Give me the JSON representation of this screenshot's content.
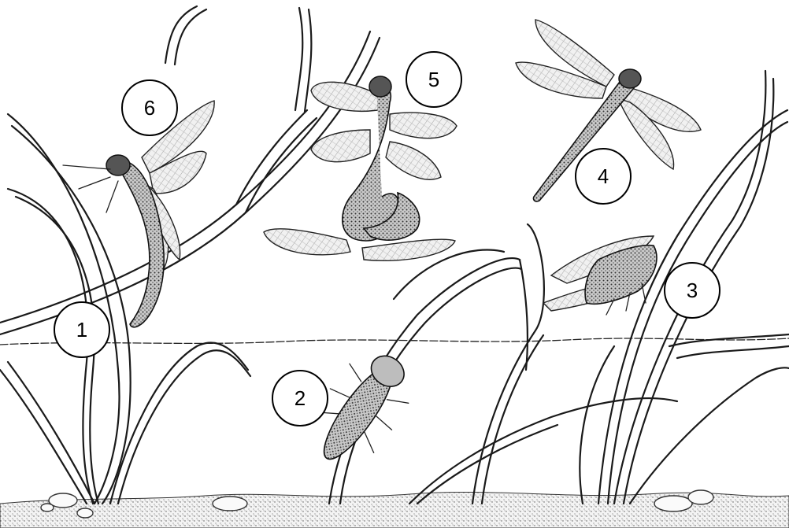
{
  "diagram": {
    "labels": [
      {
        "id": 1,
        "text": "1"
      },
      {
        "id": 2,
        "text": "2"
      },
      {
        "id": 3,
        "text": "3"
      },
      {
        "id": 4,
        "text": "4"
      },
      {
        "id": 5,
        "text": "5"
      },
      {
        "id": 6,
        "text": "6"
      }
    ]
  }
}
